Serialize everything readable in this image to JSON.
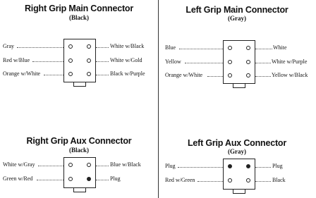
{
  "right_main": {
    "title": "Right Grip Main Connector",
    "subtitle": "(Black)",
    "left_wires": [
      "Gray",
      "Red w/Blue",
      "Orange w/White"
    ],
    "right_wires": [
      "White w/Black",
      "White w/Gold",
      "Black w/Purple"
    ]
  },
  "left_main": {
    "title": "Left Grip Main Connector",
    "subtitle": "(Gray)",
    "left_wires": [
      "Blue",
      "Yellow",
      "Orange w/White"
    ],
    "right_wires": [
      "White",
      "White w/Purple",
      "Yellow w/Black"
    ]
  },
  "right_aux": {
    "title": "Right Grip Aux Connector",
    "subtitle": "(Black)",
    "left_wires": [
      "White w/Gray",
      "Green w/Red"
    ],
    "right_wires": [
      "Blue w/Black",
      "Plug"
    ]
  },
  "left_aux": {
    "title": "Left Grip Aux Connector",
    "subtitle": "(Gray)",
    "left_wires": [
      "Plug",
      "Red w/Green"
    ],
    "right_wires": [
      "Plug",
      "Black"
    ]
  }
}
